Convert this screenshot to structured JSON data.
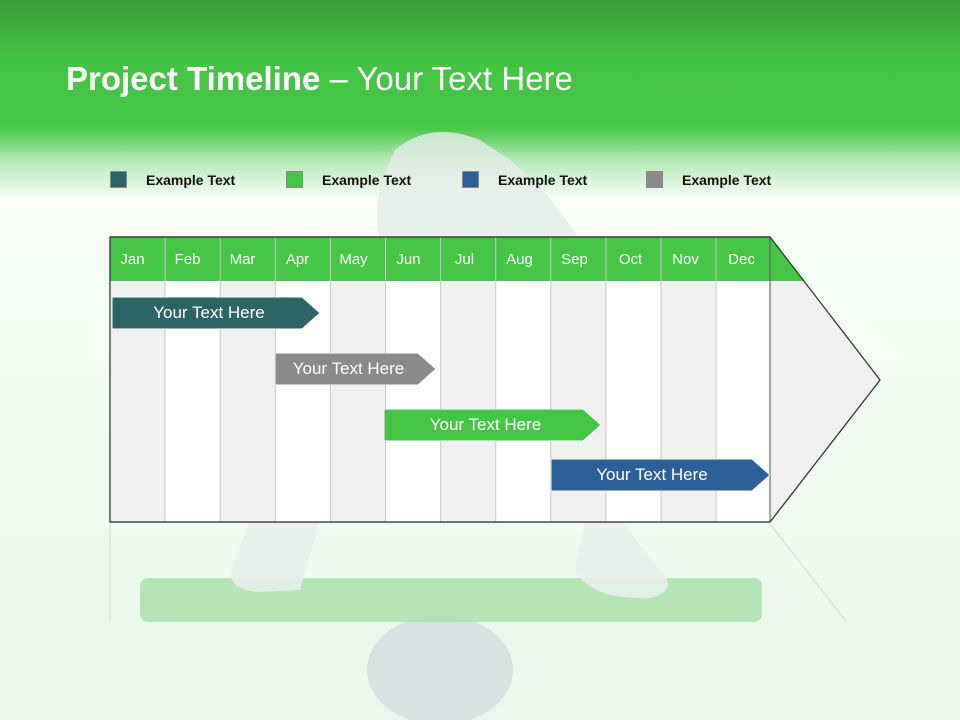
{
  "slide": {
    "title_bold": "Project Timeline",
    "title_rest": " – Your Text Here"
  },
  "legend": [
    {
      "label": "Example Text",
      "color": "#2d6466"
    },
    {
      "label": "Example Text",
      "color": "#45c545"
    },
    {
      "label": "Example Text",
      "color": "#2e6098"
    },
    {
      "label": "Example Text",
      "color": "#8a8a8a"
    }
  ],
  "timeline": {
    "months": [
      "Jan",
      "Feb",
      "Mar",
      "Apr",
      "May",
      "Jun",
      "Jul",
      "Aug",
      "Sep",
      "Oct",
      "Nov",
      "Dec"
    ],
    "header_color": "#46c546",
    "bars": [
      {
        "label": "Your  Text Here",
        "color": "#2d6466"
      },
      {
        "label": "Your  Text Here",
        "color": "#8a8a8a"
      },
      {
        "label": "Your  Text Here",
        "color": "#45c545"
      },
      {
        "label": "Your  Text Here",
        "color": "#2e6098"
      }
    ]
  }
}
